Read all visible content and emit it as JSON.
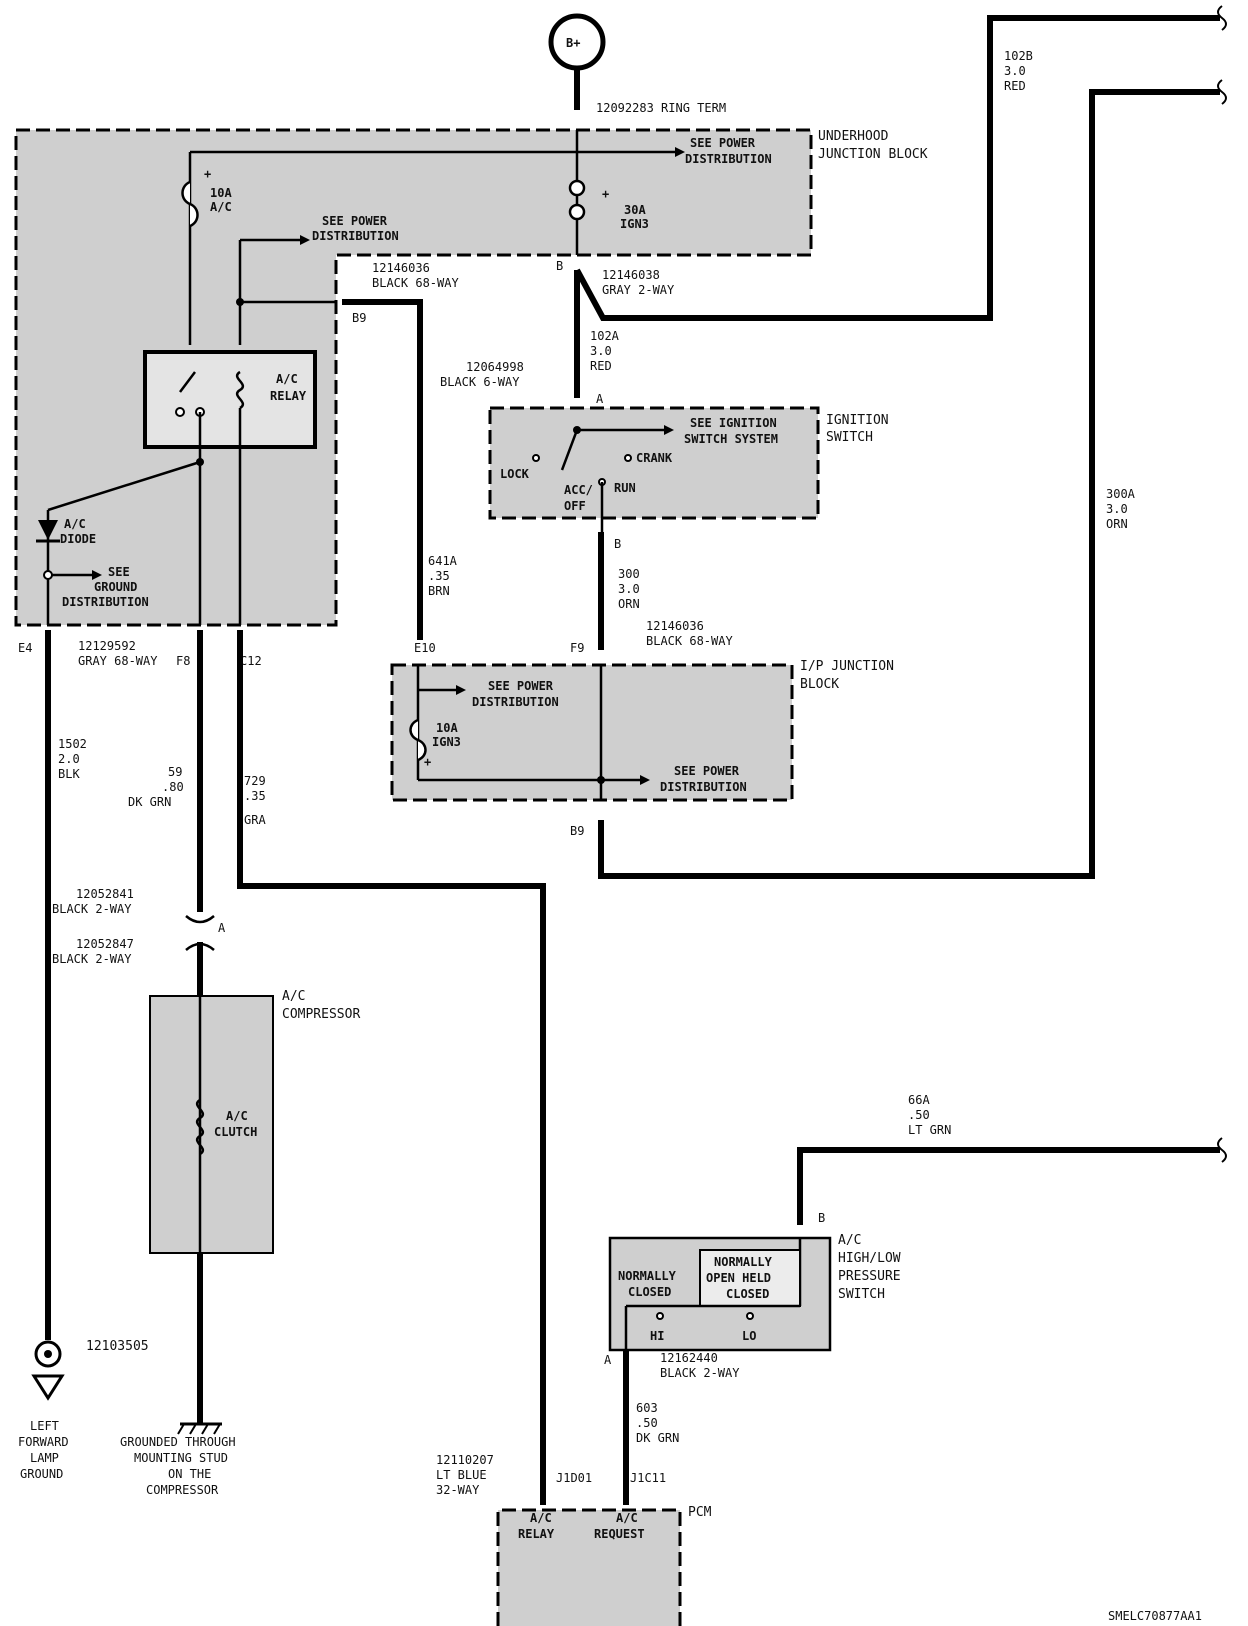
{
  "battery": {
    "label": "B+",
    "terminal": "12092283 RING TERM"
  },
  "underhood": {
    "title_1": "UNDERHOOD",
    "title_2": "JUNCTION BLOCK",
    "see_power_1": "SEE POWER",
    "see_power_2": "DISTRIBUTION",
    "fuse_30a_1": "30A",
    "fuse_30a_2": "IGN3",
    "fuse_10a_1": "10A",
    "fuse_10a_2": "A/C",
    "see_power_b_1": "SEE POWER",
    "see_power_b_2": "DISTRIBUTION",
    "relay_1": "A/C",
    "relay_2": "RELAY",
    "diode_1": "A/C",
    "diode_2": "DIODE",
    "see_ground_1": "SEE",
    "see_ground_2": "GROUND",
    "see_ground_3": "DISTRIBUTION",
    "conn_black_68": "12146036",
    "conn_black_68_b": "BLACK 68-WAY",
    "pin_b9": "B9",
    "pin_b": "B",
    "conn_gray2": "12146038",
    "conn_gray2_b": "GRAY 2-WAY",
    "conn_bottom": "12129592",
    "conn_bottom_b": "GRAY 68-WAY",
    "pin_e4": "E4",
    "pin_f8": "F8",
    "pin_c12": "C12"
  },
  "wires": {
    "w102b": [
      "102B",
      "3.0",
      "RED"
    ],
    "w102a": [
      "102A",
      "3.0",
      "RED"
    ],
    "w300a": [
      "300A",
      "3.0",
      "ORN"
    ],
    "w641a": [
      "641A",
      ".35",
      "BRN"
    ],
    "w300": [
      "300",
      "3.0",
      "ORN"
    ],
    "w1502": [
      "1502",
      "2.0",
      "BLK"
    ],
    "w59": [
      "59",
      ".80",
      "DK GRN"
    ],
    "w729": [
      "729",
      ".35",
      "GRA"
    ],
    "w66a": [
      "66A",
      ".50",
      "LT GRN"
    ],
    "w603": [
      "603",
      ".50",
      "DK GRN"
    ]
  },
  "ignition": {
    "conn": "12064998",
    "conn_b": "BLACK 6-WAY",
    "pin_a": "A",
    "pin_b": "B",
    "title_1": "IGNITION",
    "title_2": "SWITCH",
    "see_1": "SEE IGNITION",
    "see_2": "SWITCH SYSTEM",
    "crank": "CRANK",
    "lock": "LOCK",
    "acc_1": "ACC/",
    "acc_2": "OFF",
    "run": "RUN"
  },
  "ip_block": {
    "pin_e10": "E10",
    "pin_f9": "F9",
    "conn": "12146036",
    "conn_b": "BLACK 68-WAY",
    "title_1": "I/P JUNCTION",
    "title_2": "BLOCK",
    "see_1": "SEE POWER",
    "see_2": "DISTRIBUTION",
    "fuse_1": "10A",
    "fuse_2": "IGN3",
    "see_b_1": "SEE POWER",
    "see_b_2": "DISTRIBUTION",
    "pin_b9": "B9"
  },
  "compressor": {
    "conn_1": "12052841",
    "conn_1b": "BLACK 2-WAY",
    "conn_2": "12052847",
    "conn_2b": "BLACK 2-WAY",
    "pin_a": "A",
    "title_1": "A/C",
    "title_2": "COMPRESSOR",
    "clutch_1": "A/C",
    "clutch_2": "CLUTCH"
  },
  "grounds": {
    "ring": "12103505",
    "left_1": "LEFT",
    "left_2": "FORWARD",
    "left_3": "LAMP",
    "left_4": "GROUND",
    "stud_1": "GROUNDED THROUGH",
    "stud_2": "MOUNTING STUD",
    "stud_3": "ON THE",
    "stud_4": "COMPRESSOR"
  },
  "pressure_switch": {
    "pin_b": "B",
    "title_1": "A/C",
    "title_2": "HIGH/LOW",
    "title_3": "PRESSURE",
    "title_4": "SWITCH",
    "nc_1": "NORMALLY",
    "nc_2": "CLOSED",
    "no_1": "NORMALLY",
    "no_2": "OPEN HELD",
    "no_3": "CLOSED",
    "hi": "HI",
    "lo": "LO",
    "pin_a": "A",
    "conn": "12162440",
    "conn_b": "BLACK 2-WAY"
  },
  "pcm": {
    "conn_1": "12110207",
    "conn_2": "LT BLUE",
    "conn_3": "32-WAY",
    "pin_j1d01": "J1D01",
    "pin_j1c11": "J1C11",
    "title": "PCM",
    "relay_1": "A/C",
    "relay_2": "RELAY",
    "req_1": "A/C",
    "req_2": "REQUEST"
  },
  "footer": {
    "code": "SMELC70877AA1"
  }
}
